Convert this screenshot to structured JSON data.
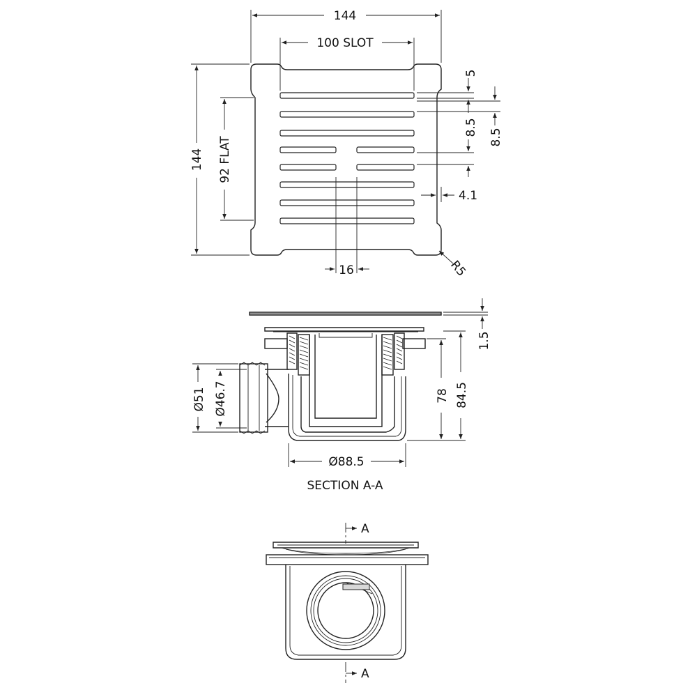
{
  "top_view": {
    "overall_width": "144",
    "slot_length": "100  SLOT",
    "overall_height": "144",
    "flat_height": "92  FLAT",
    "slot_width": "5",
    "slot_pitch_inner": "8.5",
    "slot_pitch_outer": "8.5",
    "edge_offset": "4.1",
    "corner_radius": "R5",
    "center_gap": "16"
  },
  "section_view": {
    "grate_thickness": "1.5",
    "body_depth": "78",
    "overall_depth": "84.5",
    "outlet_outer_diameter": "Ø51",
    "outlet_inner_diameter": "Ø46.7",
    "body_diameter": "Ø88.5",
    "caption": "SECTION A-A"
  },
  "front_view": {
    "section_marker_top": "A",
    "section_marker_bottom": "A"
  }
}
